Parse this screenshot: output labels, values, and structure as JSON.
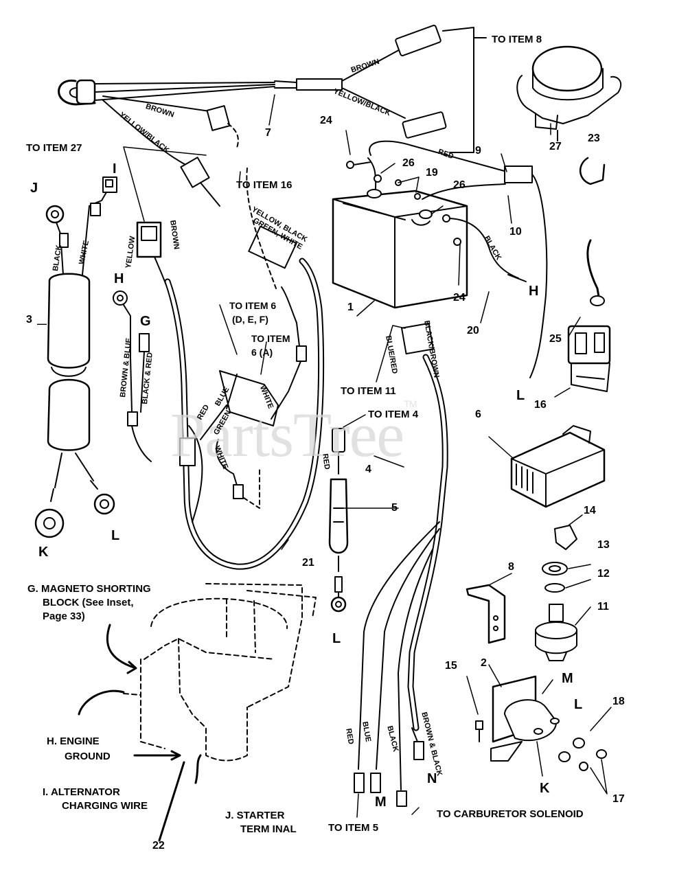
{
  "watermark": {
    "text": "PartsTree",
    "mark": "TM"
  },
  "item_numbers": {
    "n1": "1",
    "n2": "2",
    "n3": "3",
    "n4": "4",
    "n5": "5",
    "n6": "6",
    "n7": "7",
    "n8": "8",
    "n9": "9",
    "n10": "10",
    "n11": "11",
    "n12": "12",
    "n13": "13",
    "n14": "14",
    "n15": "15",
    "n16": "16",
    "n17": "17",
    "n18": "18",
    "n19": "19",
    "n20": "20",
    "n21": "21",
    "n22": "22",
    "n23": "23",
    "n24a": "24",
    "n24b": "24",
    "n25": "25",
    "n26a": "26",
    "n26b": "26",
    "n27": "27"
  },
  "letters": {
    "J": "J",
    "I": "I",
    "H_left": "H",
    "G": "G",
    "K": "K",
    "L_left": "L",
    "H_right": "H",
    "L_battery": "L",
    "L_item5": "L",
    "M_item5": "M",
    "N": "N",
    "M_item2": "M",
    "L_item2": "L",
    "K_item2": "K"
  },
  "references": {
    "to_item_8": "TO ITEM 8",
    "to_item_27": "TO ITEM 27",
    "to_item_16": "TO ITEM 16",
    "to_item_6_line1": "TO ITEM 6",
    "to_item_6_line2": "(D, E, F)",
    "to_item_6a_line1": "TO ITEM",
    "to_item_6a_line2": "6 (A)",
    "to_item_11": "TO ITEM 11",
    "to_item_4": "TO ITEM 4",
    "to_item_5": "TO ITEM 5",
    "to_carb": "TO CARBURETOR SOLENOID"
  },
  "wire_colors": {
    "brown_top": "BROWN",
    "yellow_black_top": "YELLOW/BLACK",
    "brown_harness": "BROWN",
    "yellow_black_harness": "YELLOW/BLACK",
    "red_9": "RED",
    "black_20": "BLACK",
    "black_3": "BLACK",
    "white_3": "WHITE",
    "yellow_conn": "YELLOW",
    "brown_conn": "BROWN",
    "yellow_black_16a": "YELLOW, BLACK",
    "yellow_black_16b": "GREEN, WHITE",
    "brown_blue": "BROWN & BLUE",
    "black_red": "BLACK & RED",
    "red_6": "RED",
    "blue_6": "BLUE",
    "green_6": "GREEN",
    "white_6a": "WHITE",
    "white_6b": "WHITE",
    "black_brown": "BLACK/BROWN",
    "blue_red": "BLUE/RED",
    "red_5": "RED",
    "red_4": "RED",
    "blue_4": "BLUE",
    "black_4": "BLACK",
    "brown_black_4": "BROWN & BLACK"
  },
  "engine_callouts": {
    "g_line1": "G.  MAGNETO SHORTING",
    "g_line2": "BLOCK (See Inset,",
    "g_line3": "Page 33)",
    "h_line1": "H.  ENGINE",
    "h_line2": "GROUND",
    "i_line1": "I.  ALTERNATOR",
    "i_line2": "CHARGING WIRE",
    "j_line1": "J.  STARTER",
    "j_line2": "TERM INAL"
  }
}
